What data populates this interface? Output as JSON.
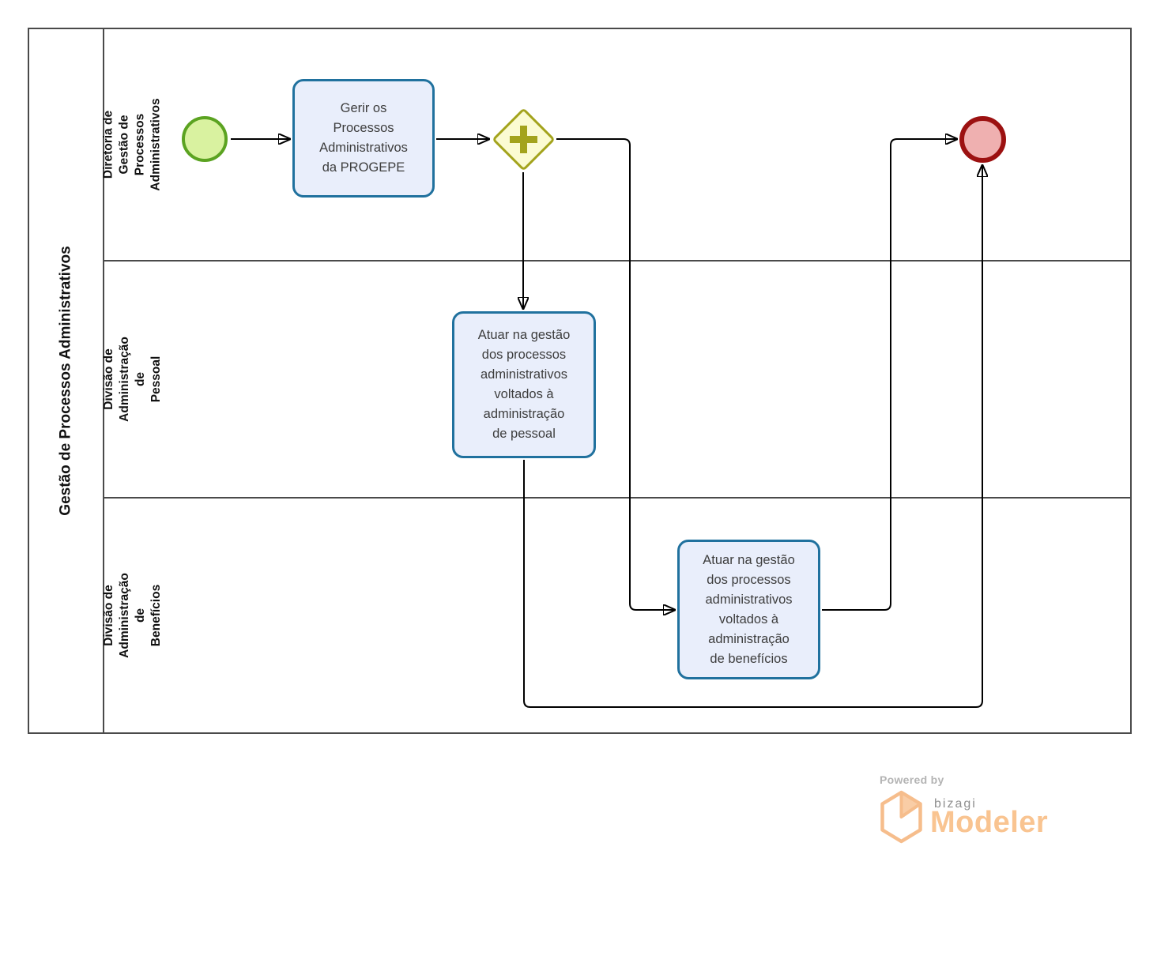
{
  "pool": {
    "title": "Gestão de Processos Administrativos",
    "lanes": [
      {
        "label": "Diretoria de Gestão de\nProcessos Administrativos"
      },
      {
        "label": "Divisão de Administração de\nPessoal"
      },
      {
        "label": "Divisão de Administração de\nBenefícios"
      }
    ]
  },
  "tasks": {
    "gerir": {
      "label": "Gerir os\nProcessos\nAdministrativos\nda PROGEPE"
    },
    "pessoal": {
      "label": "Atuar na gestão\ndos processos\nadministrativos\nvoltados à\nadministração\nde pessoal"
    },
    "beneficios": {
      "label": "Atuar na gestão\ndos processos\nadministrativos\nvoltados à\nadministração\nde benefícios"
    }
  },
  "events": {
    "start": "start-event",
    "end": "end-event"
  },
  "gateway": {
    "type": "parallel-gateway"
  },
  "footer": {
    "powered_by": "Powered by",
    "brand": "bizagi",
    "product": "Modeler"
  },
  "colors": {
    "start-fill": "#d9f2a0",
    "start-border": "#5ba321",
    "end-fill": "#efb0b0",
    "end-border": "#9c1111",
    "task-fill": "#e9eefb",
    "task-border": "#20719e",
    "gateway-fill": "#fbfbd2",
    "gateway-border": "#a3a31c",
    "flow-line": "#000000",
    "pool-border": "#4a4a4a",
    "text": "#3d3d3d",
    "logo-orange": "#f9c491"
  }
}
